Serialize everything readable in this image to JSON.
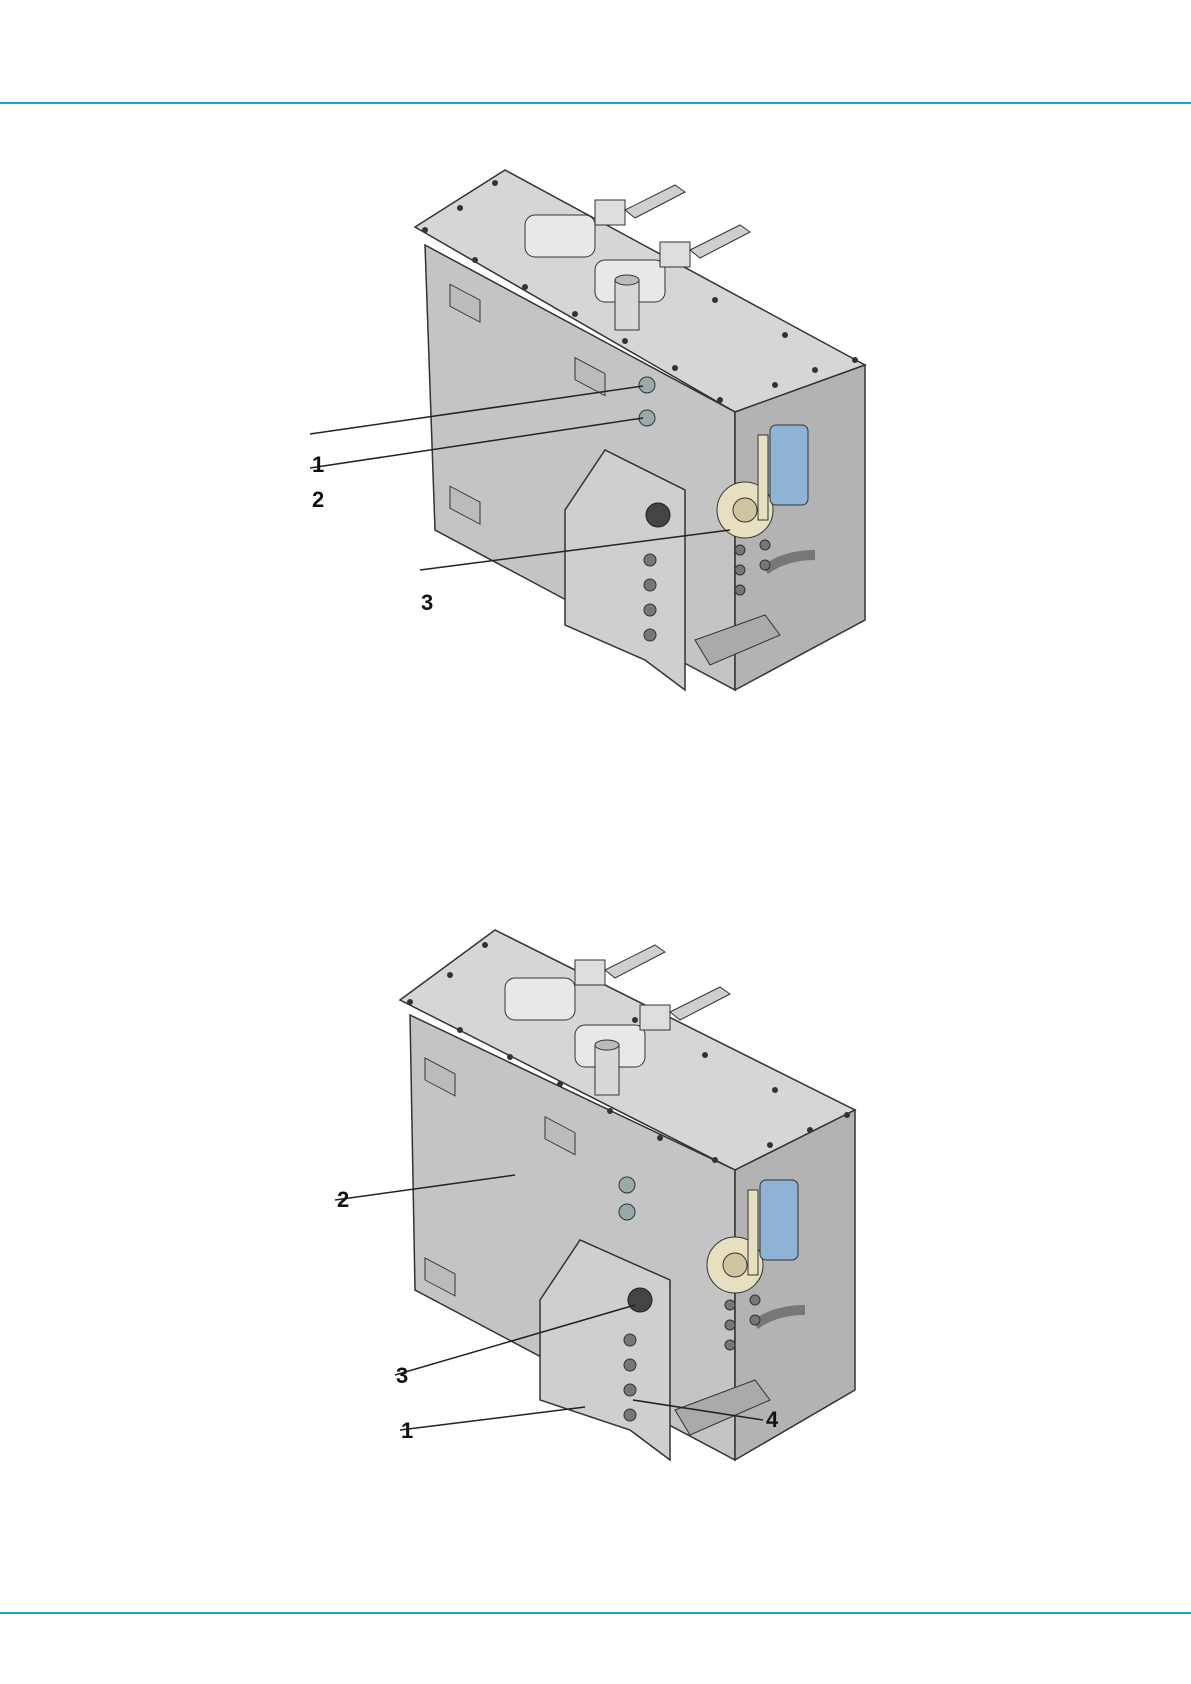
{
  "figure_top": {
    "callouts": [
      {
        "label": "1"
      },
      {
        "label": "2"
      },
      {
        "label": "3"
      }
    ]
  },
  "figure_bottom": {
    "callouts": [
      {
        "label": "2"
      },
      {
        "label": "3"
      },
      {
        "label": "1"
      },
      {
        "label": "4"
      }
    ]
  },
  "colors": {
    "accent_rule": "#1aa3c7",
    "tank_body": "#c9c9c9",
    "filter_blue": "#8fb3d4"
  }
}
